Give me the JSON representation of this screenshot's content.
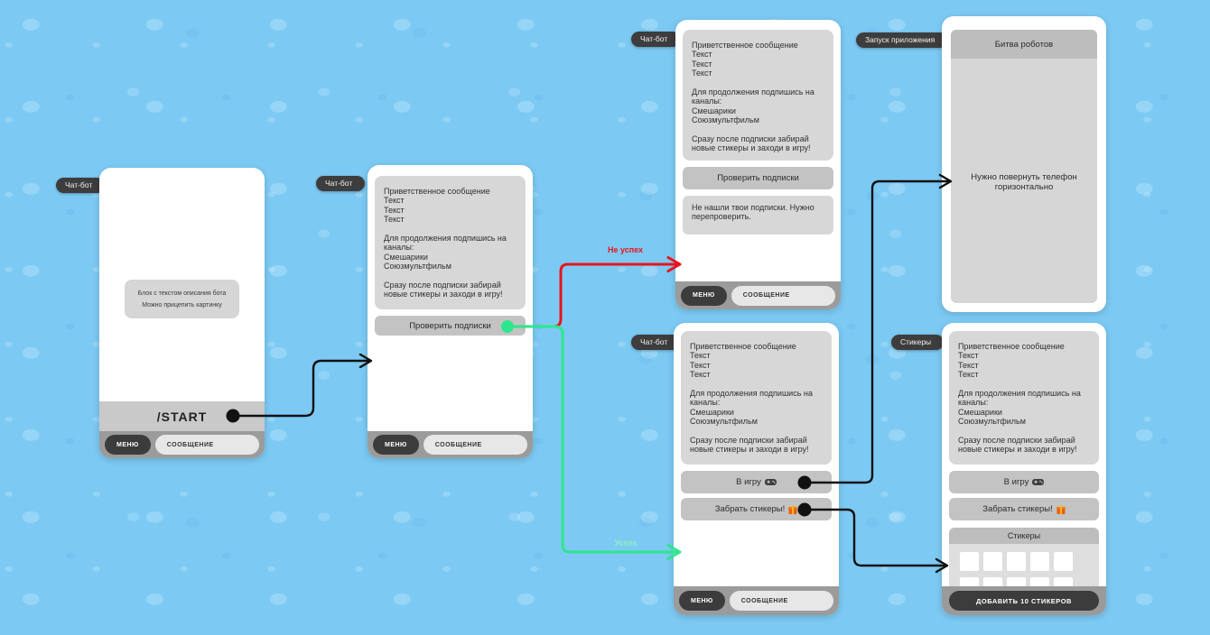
{
  "colors": {
    "background": "#7ccaf4",
    "block_grey": "#d7d7d7",
    "button_grey": "#c3c3c3",
    "bar_grey": "#9b9b9b",
    "dark_pill": "#3c3c3c",
    "arrow_black": "#111111",
    "fail_red": "#e8141c",
    "success_green": "#2ee68c",
    "success_label_green": "#8cefc0"
  },
  "common": {
    "menu": "МЕНЮ",
    "message_input": "СООБЩЕНИЕ",
    "welcome": "Приветственное сообщение\nТекст\nТекст\nТекст\n\nДля продолжения подпишись на\nканалы:\nСмешарики\nСоюзмультфильм\n\nСразу после подписки забирай\nновые стикеры и заходи в игру!",
    "check_subs": "Проверить подписки",
    "to_game": "В игру",
    "get_stickers": "Забрать стикеры!"
  },
  "arrows": {
    "fail_label": "Не успех",
    "success_label": "Успех"
  },
  "screens": {
    "start": {
      "tag": "Чат-бот",
      "description": "Блок с текстом описания бота\nМожно прицепить картинку",
      "start_command": "/START"
    },
    "welcome": {
      "tag": "Чат-бот"
    },
    "fail": {
      "tag": "Чат-бот",
      "fail_message": "Не нашли твои подписки. Нужно\nперепроверить."
    },
    "app": {
      "tag": "Запуск приложения",
      "title": "Битва роботов",
      "rotate_hint": "Нужно повернуть телефон\nгоризонтально"
    },
    "success": {
      "tag": "Чат-бот"
    },
    "stickers": {
      "tag": "Стикеры",
      "panel_title": "Стикеры",
      "add_button": "ДОБАВИТЬ 10 СТИКЕРОВ"
    }
  }
}
